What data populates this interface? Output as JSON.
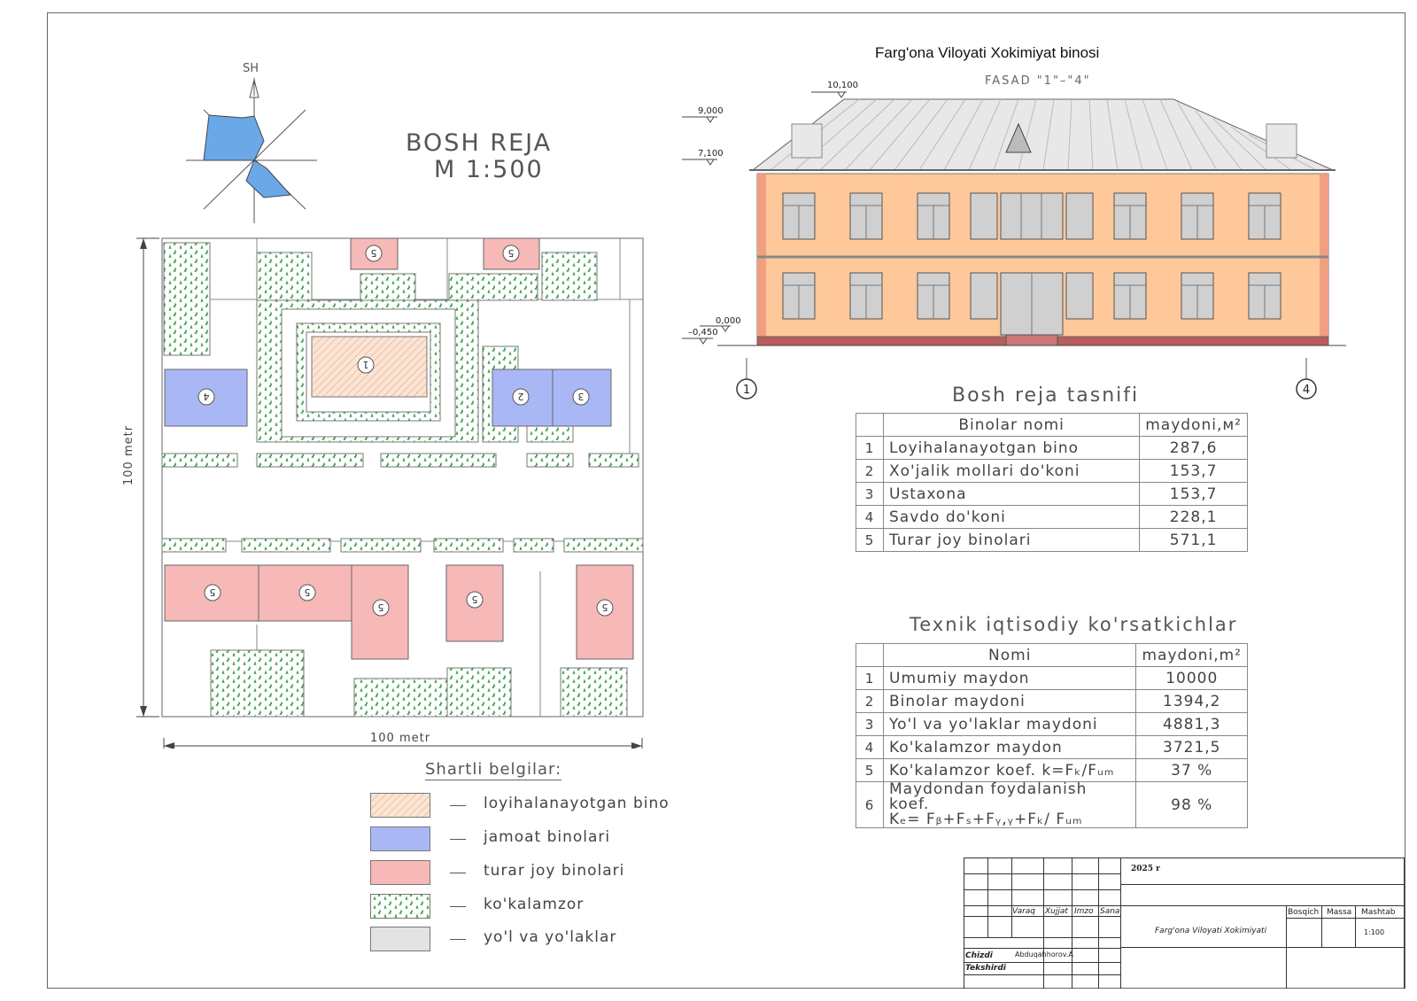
{
  "plan": {
    "title_line1": "BOSH  REJA",
    "title_line2": "M 1:500",
    "north_label": "SH",
    "dim_vertical": "100 metr",
    "dim_horizontal": "100 metr",
    "labels": [
      "1",
      "2",
      "3",
      "4",
      "5"
    ]
  },
  "legend": {
    "title": "Shartli  belgilar:",
    "items": [
      {
        "label": "loyihalanayotgan bino",
        "color": "#f6d9c2"
      },
      {
        "label": "jamoat binolari",
        "color": "#a9b8f5"
      },
      {
        "label": "turar joy binolari",
        "color": "#f7b8b8"
      },
      {
        "label": "ko'kalamzor",
        "color": "#ffffff"
      },
      {
        "label": "yo'l va yo'laklar",
        "color": "#e3e3e3"
      }
    ]
  },
  "facade": {
    "title": "Farg'ona Viloyati Xokimiyat binosi",
    "subtitle": "FASAD  \"1\"–\"4\"",
    "levels": [
      "10,100",
      "9,000",
      "7,100",
      "0,000",
      "–0,450"
    ],
    "axis_left": "1",
    "axis_right": "4",
    "colors": {
      "wall": "#ffc89a",
      "plinth": "#b85c5c",
      "roof": "#e8e8e8",
      "window": "#d0d0d0"
    }
  },
  "table1": {
    "title": "Bosh  reja  tasnifi",
    "header_name": "Binolar nomi",
    "header_value": "maydoni,м²",
    "rows": [
      {
        "n": "1",
        "name": "Loyihalanayotgan bino",
        "value": "287,6"
      },
      {
        "n": "2",
        "name": "Xo'jalik mollari do'koni",
        "value": "153,7"
      },
      {
        "n": "3",
        "name": "Ustaxona",
        "value": "153,7"
      },
      {
        "n": "4",
        "name": "Savdo do'koni",
        "value": "228,1"
      },
      {
        "n": "5",
        "name": "Turar joy binolari",
        "value": "571,1"
      }
    ]
  },
  "table2": {
    "title": "Texnik  iqtisodiy  ko'rsatkichlar",
    "header_name": "Nomi",
    "header_value": "maydoni,m²",
    "rows": [
      {
        "n": "1",
        "name": "Umumiy maydon",
        "value": "10000"
      },
      {
        "n": "2",
        "name": "Binolar maydoni",
        "value": "1394,2"
      },
      {
        "n": "3",
        "name": "Yo'l va yo'laklar maydoni",
        "value": "4881,3"
      },
      {
        "n": "4",
        "name": "Ko'kalamzor maydon",
        "value": "3721,5"
      },
      {
        "n": "5",
        "name": "Ko'kalamzor koef. k=Fₖ/Fᵤₘ",
        "value": "37 %"
      },
      {
        "n": "6",
        "name": "Maydondan foydalanish koef.",
        "name2": "Kₑ= Fᵦ+Fₛ+Fᵧ,ᵧ+Fₖ/ Fᵤₘ",
        "value": "98 %"
      }
    ]
  },
  "stamp": {
    "year": "2025 r",
    "col_varaq": "Varaq",
    "col_xujjat": "Xujjat",
    "col_imzo": "Imzo",
    "col_sana": "Sana",
    "project": "Farg'ona Viloyati Xokimiyati",
    "bosqich": "Bosqich",
    "massa": "Massa",
    "mashtab": "Mashtab",
    "scale": "1:100",
    "chizdi": "Chizdi",
    "tekshirdi": "Tekshirdi",
    "author": "Abduqahhorov.A"
  }
}
